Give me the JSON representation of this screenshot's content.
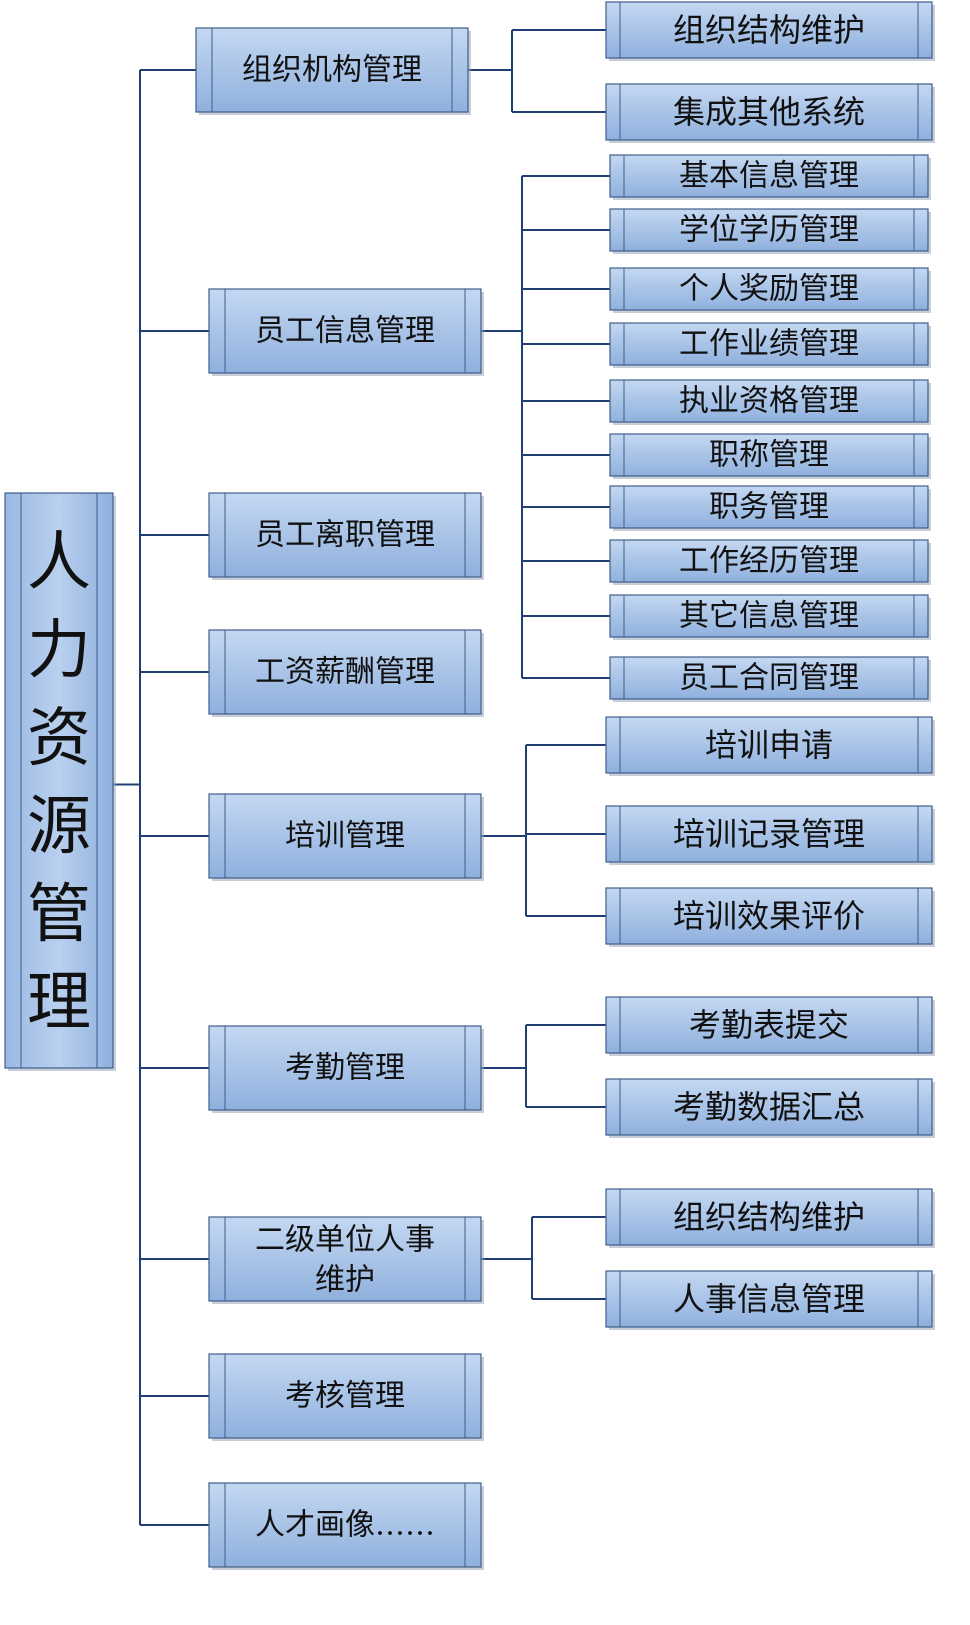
{
  "root": {
    "id": "root",
    "chars": [
      "人",
      "力",
      "资",
      "源",
      "管",
      "理"
    ]
  },
  "modules": [
    {
      "id": "m-org",
      "lines": [
        "组织机构管理"
      ],
      "children": [
        {
          "id": "c-org-1",
          "label": "组织结构维护"
        },
        {
          "id": "c-org-2",
          "label": "集成其他系统"
        }
      ]
    },
    {
      "id": "m-staff",
      "lines": [
        "员工信息管理"
      ],
      "children": [
        {
          "id": "c-staff-1",
          "label": "基本信息管理"
        },
        {
          "id": "c-staff-2",
          "label": "学位学历管理"
        },
        {
          "id": "c-staff-3",
          "label": "个人奖励管理"
        },
        {
          "id": "c-staff-4",
          "label": "工作业绩管理"
        },
        {
          "id": "c-staff-5",
          "label": "执业资格管理"
        },
        {
          "id": "c-staff-6",
          "label": "职称管理"
        },
        {
          "id": "c-staff-7",
          "label": "职务管理"
        },
        {
          "id": "c-staff-8",
          "label": "工作经历管理"
        },
        {
          "id": "c-staff-9",
          "label": "其它信息管理"
        },
        {
          "id": "c-staff-10",
          "label": "员工合同管理"
        }
      ]
    },
    {
      "id": "m-leave",
      "lines": [
        "员工离职管理"
      ],
      "children": []
    },
    {
      "id": "m-salary",
      "lines": [
        "工资薪酬管理"
      ],
      "children": []
    },
    {
      "id": "m-train",
      "lines": [
        "培训管理"
      ],
      "children": [
        {
          "id": "c-train-1",
          "label": "培训申请"
        },
        {
          "id": "c-train-2",
          "label": "培训记录管理"
        },
        {
          "id": "c-train-3",
          "label": "培训效果评价"
        }
      ]
    },
    {
      "id": "m-attend",
      "lines": [
        "考勤管理"
      ],
      "children": [
        {
          "id": "c-attend-1",
          "label": "考勤表提交"
        },
        {
          "id": "c-attend-2",
          "label": "考勤数据汇总"
        }
      ]
    },
    {
      "id": "m-sub",
      "lines": [
        "二级单位人事",
        "维护"
      ],
      "children": [
        {
          "id": "c-sub-1",
          "label": "组织结构维护"
        },
        {
          "id": "c-sub-2",
          "label": "人事信息管理"
        }
      ]
    },
    {
      "id": "m-assess",
      "lines": [
        "考核管理"
      ],
      "children": []
    },
    {
      "id": "m-talent",
      "lines": [
        "人才画像……"
      ],
      "children": []
    }
  ],
  "colors": {
    "box_top": "#c4d8f2",
    "box_bottom": "#8fb0dd",
    "border": "#3f5d8a",
    "line": "#1f3f73",
    "text": "#111111"
  }
}
